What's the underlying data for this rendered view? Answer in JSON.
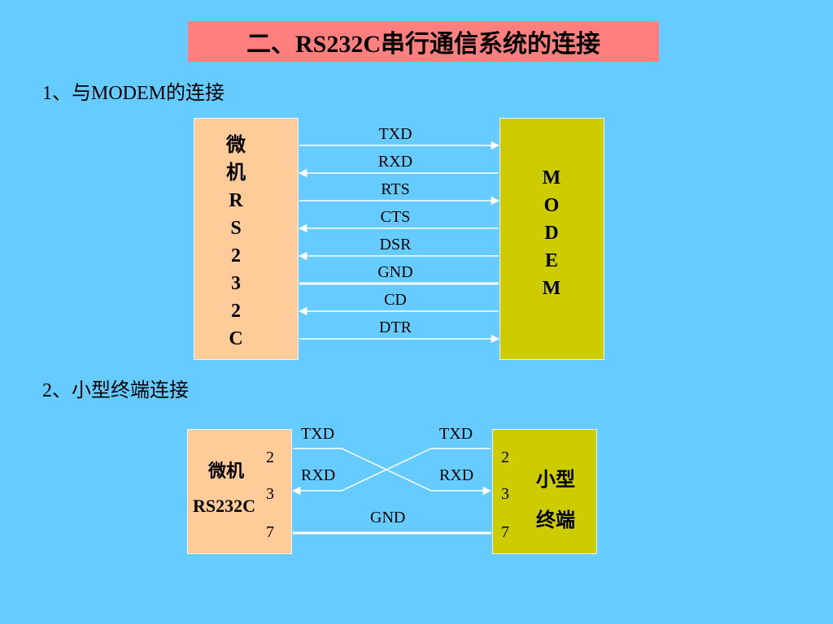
{
  "slide": {
    "title": "二、RS232C串行通信系统的连接",
    "section1": "1、与MODEM的连接",
    "section2": "2、小型终端连接"
  },
  "diagram1": {
    "pc_label_chars": [
      "微",
      "机",
      "R",
      "S",
      "2",
      "3",
      "2",
      "C"
    ],
    "modem_label_chars": [
      "M",
      "O",
      "D",
      "E",
      "M"
    ],
    "signals": [
      {
        "name": "TXD",
        "direction": "right"
      },
      {
        "name": "RXD",
        "direction": "left"
      },
      {
        "name": "RTS",
        "direction": "right"
      },
      {
        "name": "CTS",
        "direction": "left"
      },
      {
        "name": "DSR",
        "direction": "left"
      },
      {
        "name": "GND",
        "direction": "none"
      },
      {
        "name": "CD",
        "direction": "left"
      },
      {
        "name": "DTR",
        "direction": "right"
      }
    ]
  },
  "diagram2": {
    "pc_label_line1": "微机",
    "pc_label_line2": "RS232C",
    "terminal_label_line1": "小型",
    "terminal_label_line2": "终端",
    "pins_left": [
      "2",
      "3",
      "7"
    ],
    "pins_right": [
      "2",
      "3",
      "7"
    ],
    "left_txd": "TXD",
    "left_rxd": "RXD",
    "right_txd": "TXD",
    "right_rxd": "RXD",
    "gnd": "GND"
  },
  "colors": {
    "background": "#66ccff",
    "title_bg": "#ff7f7f",
    "pc_box": "#ffcc99",
    "modem_box": "#cccc00",
    "line": "#ffffff"
  }
}
